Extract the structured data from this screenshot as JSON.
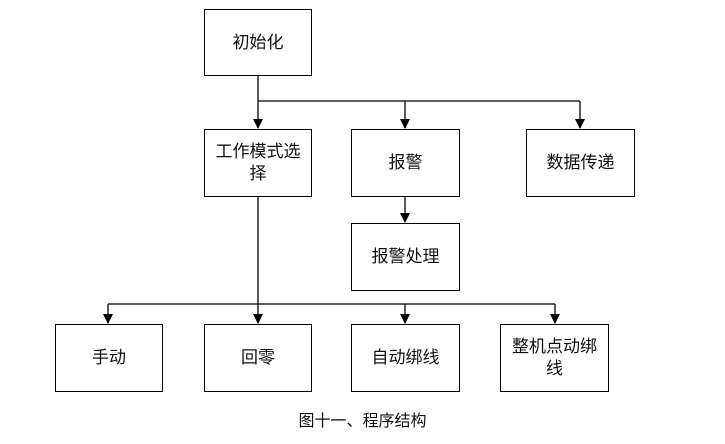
{
  "nodes": {
    "init": "初始化",
    "mode_select": "工作模式选择",
    "alarm": "报警",
    "data_transfer": "数据传递",
    "alarm_handle": "报警处理",
    "manual": "手动",
    "zero": "回零",
    "auto_bind": "自动绑线",
    "jog_bind": "整机点动绑线"
  },
  "caption": "图十一、程序结构"
}
